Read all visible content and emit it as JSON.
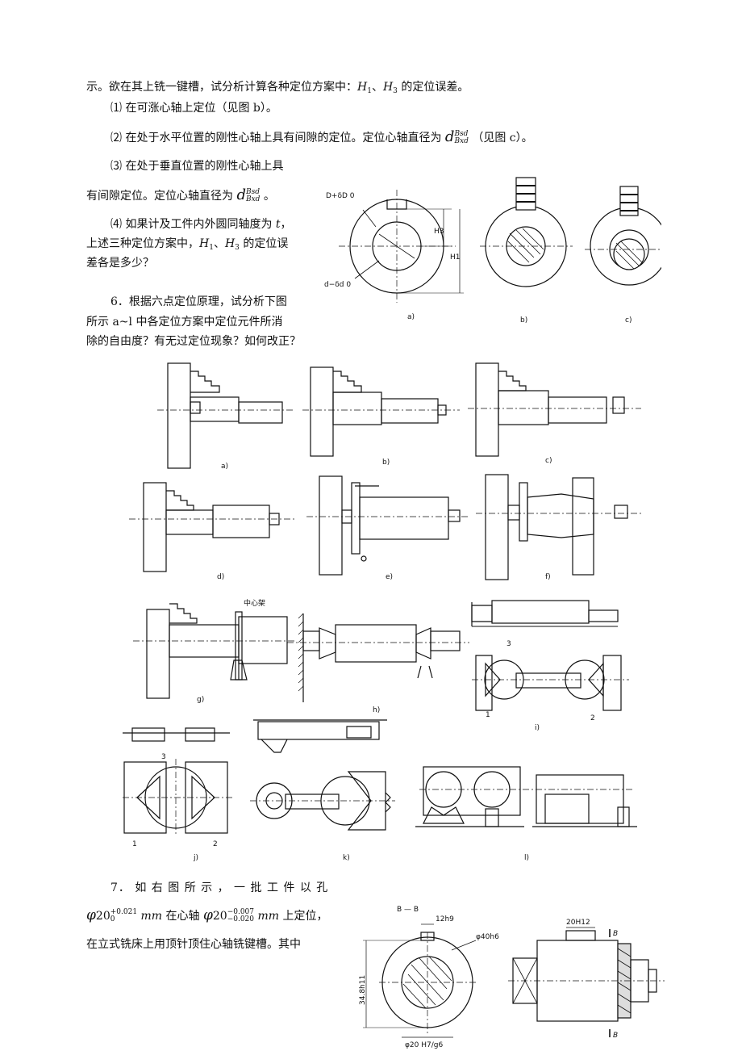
{
  "problem5": {
    "line1": "示。欲在其上铣一键槽，试分析计算各种定位方案中：H₁、H₃ 的定位误差。",
    "item1": "⑴  在可涨心轴上定位（见图 b）。",
    "item2": "⑵  在处于水平位置的刚性心轴上具有间隙的定位。定位心轴直径为 d Bsd Bxd （见图 c）。",
    "item3a": "⑶  在处于垂直位置的刚性心轴上具",
    "item3b": "有间隙定位。定位心轴直径为 d Bsd Bxd 。",
    "item4a": "⑷  如果计及工件内外圆同轴度为 t，",
    "item4b": "上述三种定位方案中，H₁、H₃ 的定位误",
    "item4c": "差各是多少？"
  },
  "problem6": {
    "line1": "6．根据六点定位原理，试分析下图",
    "line2": "所示 a~l 中各定位方案中定位元件所消",
    "line3": "除的自由度？有无过定位现象？如何改正？"
  },
  "problem7": {
    "line1": "7． 如 右 图 所 示 ， 一 批 工 件 以 孔",
    "line2": "φ20 +0.021 0 mm 在心轴 φ20 −0.007 −0.020 mm 上定位，",
    "line3": "在立式铣床上用顶针顶住心轴铣键槽。其中"
  },
  "fig5": {
    "labels": [
      "a)",
      "b)",
      "c)"
    ],
    "dim_D": "D+δD 0",
    "dim_d": "d−δd 0",
    "H3": "H3",
    "H1": "H1"
  },
  "fig6": {
    "labels": [
      "a)",
      "b)",
      "c)",
      "d)",
      "e)",
      "f)",
      "g)",
      "h)",
      "i)",
      "j)",
      "k)",
      "l)"
    ],
    "center_rest": "中心架",
    "numbers": [
      "1",
      "2",
      "3"
    ]
  },
  "fig7": {
    "section": "B — B",
    "dim_12h9": "12h9",
    "dim_40h6": "φ40h6",
    "dim_348": "34.8h11",
    "dim_20fit": "φ20 H7/g6",
    "dim_20H12": "20H12",
    "mark_B": "B"
  }
}
